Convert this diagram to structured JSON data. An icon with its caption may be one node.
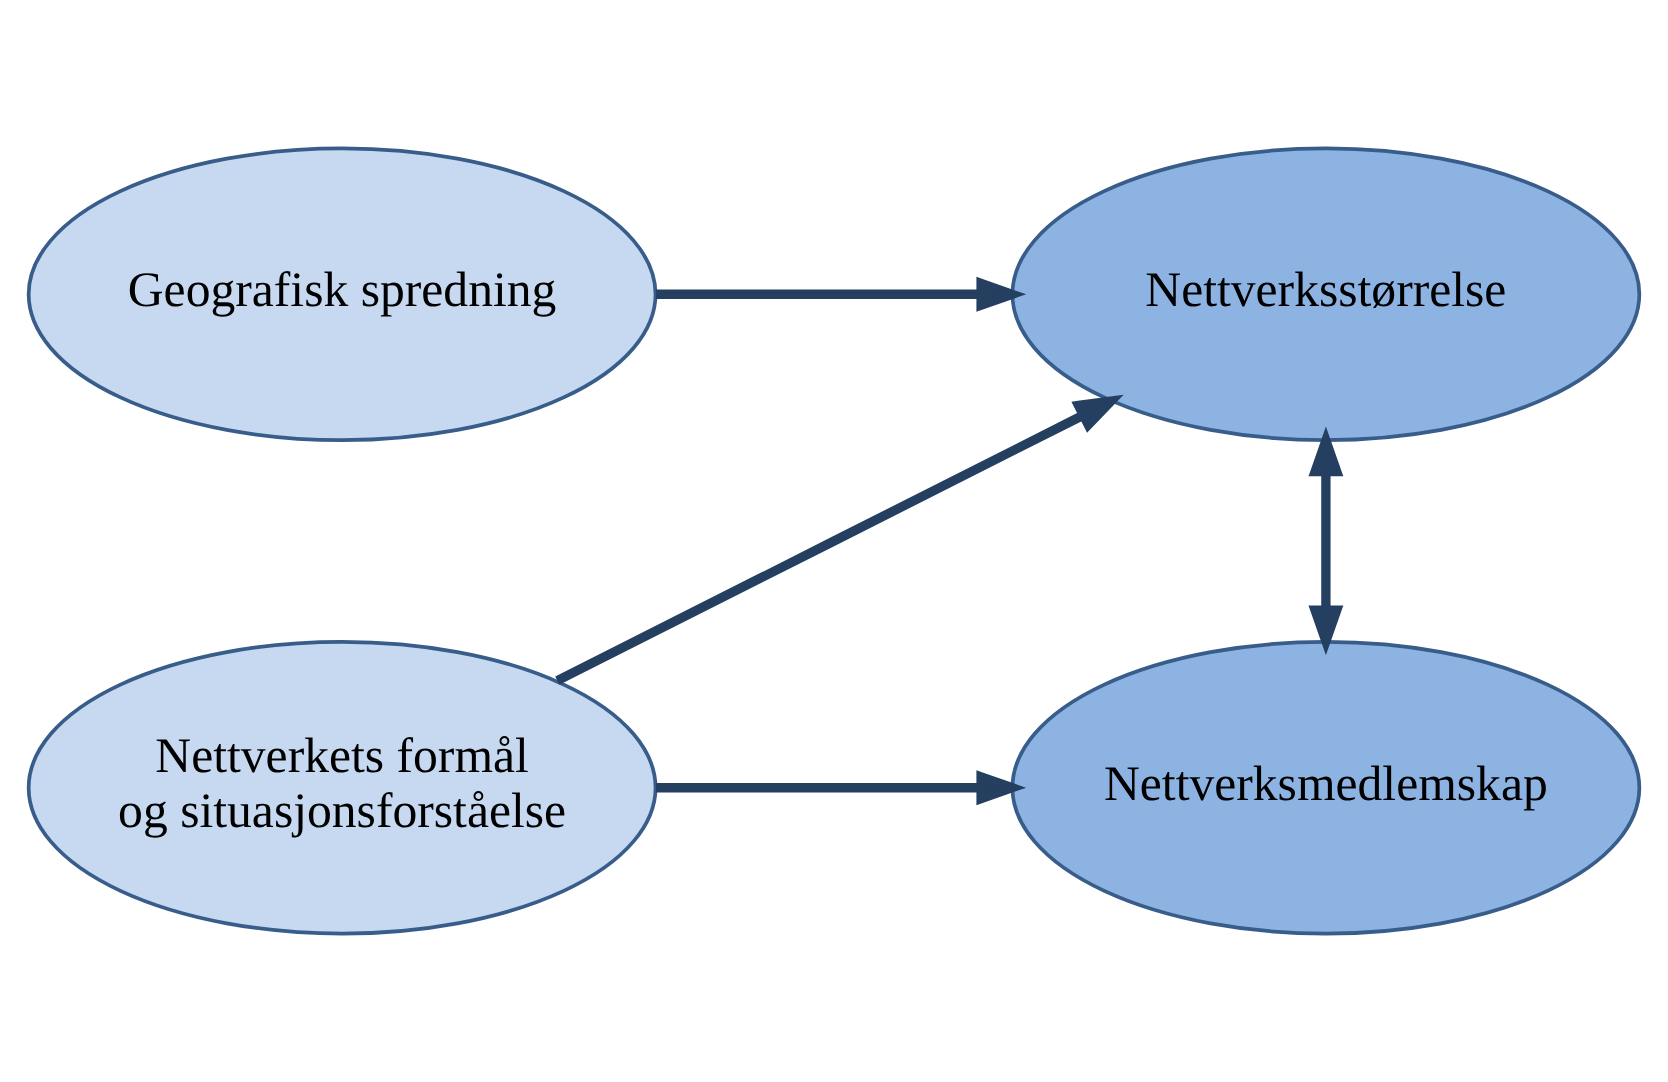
{
  "diagram": {
    "nodes": [
      {
        "text": [
          "Geografisk spredning"
        ]
      },
      {
        "text": [
          "Nettverksstørrelse"
        ]
      },
      {
        "text": [
          "Nettverkets formål og situasjonsforståelse"
        ]
      },
      {
        "text": [
          "Nettverksmedlemskap"
        ]
      }
    ],
    "edges": [
      {
        "from": 0,
        "to": 1,
        "arrow": "to"
      },
      {
        "from": 2,
        "to": 1,
        "arrow": "to"
      },
      {
        "from": 2,
        "to": 3,
        "arrow": "to"
      },
      {
        "from": 1,
        "to": 3,
        "arrow": "both"
      }
    ]
  }
}
